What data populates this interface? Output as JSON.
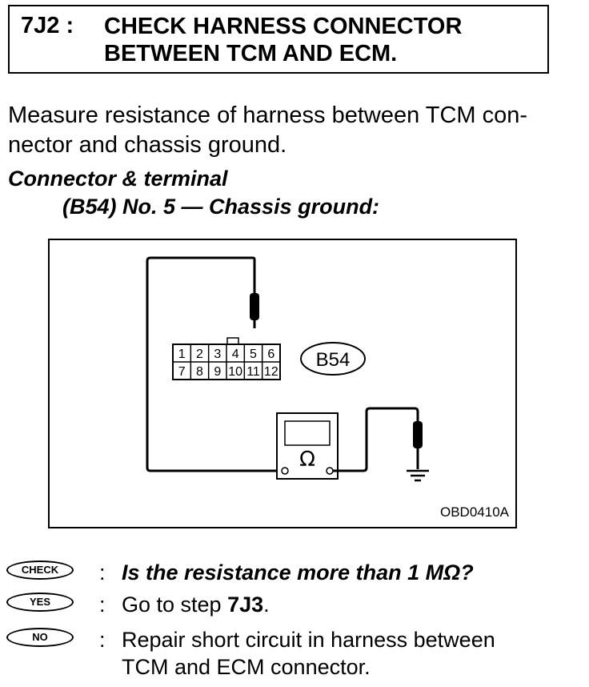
{
  "step": {
    "code": "7J2 :",
    "title": "CHECK HARNESS CONNECTOR\nBETWEEN TCM AND ECM."
  },
  "instruction": "Measure resistance of harness between TCM con-\nnector and chassis ground.",
  "spec": {
    "heading": "Connector & terminal",
    "detail": "(B54) No. 5 — Chassis ground:"
  },
  "diagram": {
    "connector_label": "B54",
    "pins_top": [
      "1",
      "2",
      "3",
      "4",
      "5",
      "6"
    ],
    "pins_bottom": [
      "7",
      "8",
      "9",
      "10",
      "11",
      "12"
    ],
    "meter_symbol": "Ω",
    "figure_id": "OBD0410A"
  },
  "qa": {
    "check": {
      "badge": "CHECK",
      "colon": ":",
      "text": "Is the resistance more than 1 MΩ?"
    },
    "yes": {
      "badge": "YES",
      "colon": ":",
      "text_prefix": "Go to step ",
      "step_ref": "7J3",
      "text_suffix": "."
    },
    "no": {
      "badge": "NO",
      "colon": ":",
      "text": "Repair short circuit in harness between\nTCM and ECM connector."
    }
  }
}
